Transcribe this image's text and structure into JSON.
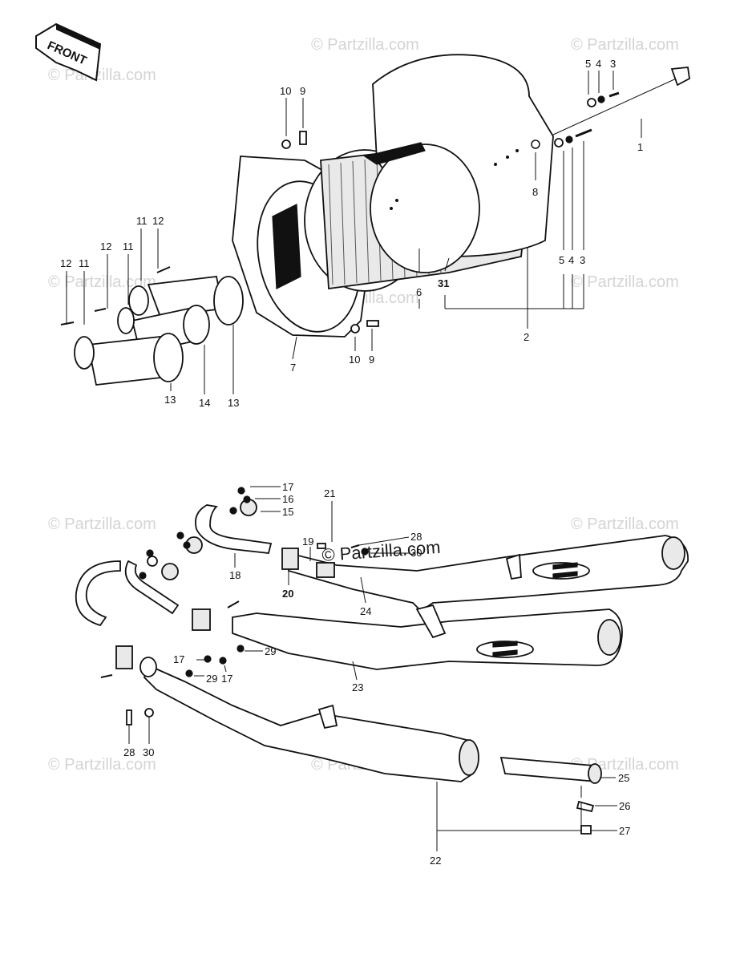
{
  "direction_arrow": {
    "label": "FRONT"
  },
  "watermark": {
    "text": "© Partzilla.com"
  },
  "watermark_main": {
    "text": "© Partzilla.com"
  },
  "callouts": {
    "c1": "1",
    "c2": "2",
    "c3a": "3",
    "c3b": "3",
    "c4a": "4",
    "c4b": "4",
    "c5a": "5",
    "c5b": "5",
    "c6": "6",
    "c7": "7",
    "c8": "8",
    "c9a": "9",
    "c9b": "9",
    "c10a": "10",
    "c10b": "10",
    "c11a": "11",
    "c11b": "11",
    "c11c": "11",
    "c12a": "12",
    "c12b": "12",
    "c12c": "12",
    "c13a": "13",
    "c13b": "13",
    "c14": "14",
    "c15": "15",
    "c16": "16",
    "c17a": "17",
    "c17b": "17",
    "c17c": "17",
    "c18": "18",
    "c19": "19",
    "c20": "20",
    "c21": "21",
    "c22": "22",
    "c23": "23",
    "c24": "24",
    "c25": "25",
    "c26": "26",
    "c27": "27",
    "c28a": "28",
    "c28b": "28",
    "c29a": "29",
    "c29b": "29",
    "c30a": "30",
    "c30b": "30",
    "c31": "31"
  }
}
